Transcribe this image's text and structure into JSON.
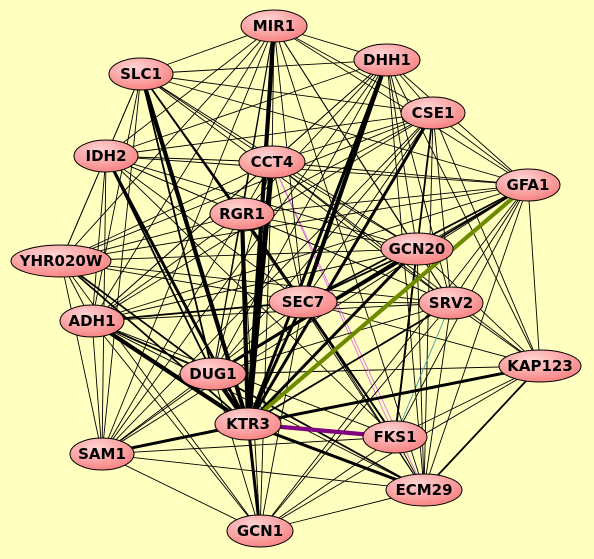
{
  "colors": {
    "background": "#ffffc0",
    "node_fill": "#f87f7f",
    "node_highlight": "#ffd4d4",
    "node_stroke": "#000000",
    "edge_default": "#000000",
    "edge_olive": "#6e8b00",
    "edge_purple": "#800080",
    "edge_pink": "#e070e0",
    "edge_teal": "#40a0a0"
  },
  "nodes": [
    {
      "id": "MIR1",
      "label": "MIR1"
    },
    {
      "id": "DHH1",
      "label": "DHH1"
    },
    {
      "id": "SLC1",
      "label": "SLC1"
    },
    {
      "id": "CSE1",
      "label": "CSE1"
    },
    {
      "id": "IDH2",
      "label": "IDH2"
    },
    {
      "id": "CCT4",
      "label": "CCT4"
    },
    {
      "id": "GFA1",
      "label": "GFA1"
    },
    {
      "id": "RGR1",
      "label": "RGR1"
    },
    {
      "id": "GCN20",
      "label": "GCN20"
    },
    {
      "id": "YHR020W",
      "label": "YHR020W"
    },
    {
      "id": "SEC7",
      "label": "SEC7"
    },
    {
      "id": "SRV2",
      "label": "SRV2"
    },
    {
      "id": "ADH1",
      "label": "ADH1"
    },
    {
      "id": "KAP123",
      "label": "KAP123"
    },
    {
      "id": "DUG1",
      "label": "DUG1"
    },
    {
      "id": "KTR3",
      "label": "KTR3"
    },
    {
      "id": "FKS1",
      "label": "FKS1"
    },
    {
      "id": "SAM1",
      "label": "SAM1"
    },
    {
      "id": "ECM29",
      "label": "ECM29"
    },
    {
      "id": "GCN1",
      "label": "GCN1"
    }
  ],
  "edges": [
    {
      "s": "KTR3",
      "t": "SLC1",
      "w": 4
    },
    {
      "s": "KTR3",
      "t": "MIR1",
      "w": 4
    },
    {
      "s": "KTR3",
      "t": "CCT4",
      "w": 5
    },
    {
      "s": "KTR3",
      "t": "RGR1",
      "w": 4
    },
    {
      "s": "KTR3",
      "t": "IDH2",
      "w": 3
    },
    {
      "s": "KTR3",
      "t": "ADH1",
      "w": 4
    },
    {
      "s": "KTR3",
      "t": "DUG1",
      "w": 4
    },
    {
      "s": "KTR3",
      "t": "SAM1",
      "w": 3
    },
    {
      "s": "KTR3",
      "t": "ECM29",
      "w": 3
    },
    {
      "s": "KTR3",
      "t": "GCN1",
      "w": 3
    },
    {
      "s": "KTR3",
      "t": "KAP123",
      "w": 3
    },
    {
      "s": "KTR3",
      "t": "CSE1",
      "w": 3
    },
    {
      "s": "KTR3",
      "t": "DHH1",
      "w": 3
    },
    {
      "s": "KTR3",
      "t": "GCN20",
      "w": 3
    },
    {
      "s": "KTR3",
      "t": "SEC7",
      "w": 3
    },
    {
      "s": "KTR3",
      "t": "SRV2",
      "w": 2
    },
    {
      "s": "KTR3",
      "t": "YHR020W",
      "w": 2
    },
    {
      "s": "KTR3",
      "t": "GFA1",
      "w": 4,
      "c": "edge_olive"
    },
    {
      "s": "KTR3",
      "t": "FKS1",
      "w": 4,
      "c": "edge_purple"
    },
    {
      "s": "SEC7",
      "t": "DHH1",
      "w": 4
    },
    {
      "s": "SEC7",
      "t": "ADH1",
      "w": 2
    },
    {
      "s": "SEC7",
      "t": "SLC1",
      "w": 2
    },
    {
      "s": "SEC7",
      "t": "FKS1",
      "w": 2
    },
    {
      "s": "SEC7",
      "t": "GCN20",
      "w": 2
    },
    {
      "s": "SEC7",
      "t": "GFA1",
      "w": 2
    },
    {
      "s": "DUG1",
      "t": "GCN20",
      "w": 3
    },
    {
      "s": "DUG1",
      "t": "IDH2",
      "w": 2
    },
    {
      "s": "DUG1",
      "t": "SLC1",
      "w": 2
    },
    {
      "s": "DUG1",
      "t": "YHR020W",
      "w": 2
    },
    {
      "s": "DUG1",
      "t": "ADH1",
      "w": 2
    },
    {
      "s": "DUG1",
      "t": "GFA1",
      "w": 2
    },
    {
      "s": "FKS1",
      "t": "GCN20",
      "w": 2
    },
    {
      "s": "FKS1",
      "t": "CSE1",
      "w": 2
    },
    {
      "s": "FKS1",
      "t": "RGR1",
      "w": 2
    },
    {
      "s": "FKS1",
      "t": "IDH2",
      "w": 1
    },
    {
      "s": "FKS1",
      "t": "ADH1",
      "w": 1
    },
    {
      "s": "FKS1",
      "t": "SLC1",
      "w": 1
    },
    {
      "s": "FKS1",
      "t": "KAP123",
      "w": 1
    },
    {
      "s": "FKS1",
      "t": "ECM29",
      "w": 1
    },
    {
      "s": "FKS1",
      "t": "GFA1",
      "w": 1
    },
    {
      "s": "FKS1",
      "t": "CCT4",
      "w": 1,
      "c": "edge_pink"
    },
    {
      "s": "KAP123",
      "t": "ECM29",
      "w": 2
    },
    {
      "s": "KAP123",
      "t": "GFA1",
      "w": 1
    },
    {
      "s": "KAP123",
      "t": "SRV2",
      "w": 1
    },
    {
      "s": "KAP123",
      "t": "CSE1",
      "w": 1
    },
    {
      "s": "KAP123",
      "t": "GCN1",
      "w": 1
    },
    {
      "s": "KAP123",
      "t": "DUG1",
      "w": 1
    },
    {
      "s": "KAP123",
      "t": "SEC7",
      "w": 1
    },
    {
      "s": "KAP123",
      "t": "GCN20",
      "w": 1
    },
    {
      "s": "KAP123",
      "t": "CCT4",
      "w": 1
    },
    {
      "s": "KAP123",
      "t": "DHH1",
      "w": 1
    },
    {
      "s": "ECM29",
      "t": "DUG1",
      "w": 2
    },
    {
      "s": "ECM29",
      "t": "SAM1",
      "w": 1
    },
    {
      "s": "ECM29",
      "t": "GCN1",
      "w": 1
    },
    {
      "s": "ECM29",
      "t": "CSE1",
      "w": 1
    },
    {
      "s": "ECM29",
      "t": "SRV2",
      "w": 1
    },
    {
      "s": "ECM29",
      "t": "GFA1",
      "w": 1
    },
    {
      "s": "ECM29",
      "t": "SEC7",
      "w": 1
    },
    {
      "s": "ECM29",
      "t": "RGR1",
      "w": 1
    },
    {
      "s": "ECM29",
      "t": "ADH1",
      "w": 1
    },
    {
      "s": "ECM29",
      "t": "GCN20",
      "w": 1
    },
    {
      "s": "ECM29",
      "t": "CCT4",
      "w": 1,
      "c": "edge_pink"
    },
    {
      "s": "GCN1",
      "t": "SAM1",
      "w": 1
    },
    {
      "s": "GCN1",
      "t": "ADH1",
      "w": 1
    },
    {
      "s": "GCN1",
      "t": "YHR020W",
      "w": 1
    },
    {
      "s": "GCN1",
      "t": "DUG1",
      "w": 1
    },
    {
      "s": "GCN1",
      "t": "SEC7",
      "w": 1
    },
    {
      "s": "GCN1",
      "t": "SRV2",
      "w": 1
    },
    {
      "s": "GCN1",
      "t": "FKS1",
      "w": 1
    },
    {
      "s": "GCN1",
      "t": "CCT4",
      "w": 1
    },
    {
      "s": "GCN1",
      "t": "RGR1",
      "w": 1
    },
    {
      "s": "GCN1",
      "t": "GFA1",
      "w": 1
    },
    {
      "s": "SAM1",
      "t": "ADH1",
      "w": 1
    },
    {
      "s": "SAM1",
      "t": "YHR020W",
      "w": 1
    },
    {
      "s": "SAM1",
      "t": "IDH2",
      "w": 1
    },
    {
      "s": "SAM1",
      "t": "DUG1",
      "w": 1
    },
    {
      "s": "SAM1",
      "t": "RGR1",
      "w": 1
    },
    {
      "s": "SAM1",
      "t": "SEC7",
      "w": 1
    },
    {
      "s": "SAM1",
      "t": "FKS1",
      "w": 1
    },
    {
      "s": "SAM1",
      "t": "SLC1",
      "w": 1
    },
    {
      "s": "ADH1",
      "t": "YHR020W",
      "w": 1
    },
    {
      "s": "ADH1",
      "t": "IDH2",
      "w": 1
    },
    {
      "s": "ADH1",
      "t": "SLC1",
      "w": 1
    },
    {
      "s": "ADH1",
      "t": "RGR1",
      "w": 1
    },
    {
      "s": "ADH1",
      "t": "CCT4",
      "w": 1
    },
    {
      "s": "ADH1",
      "t": "GCN20",
      "w": 1
    },
    {
      "s": "ADH1",
      "t": "SRV2",
      "w": 1
    },
    {
      "s": "ADH1",
      "t": "MIR1",
      "w": 1
    },
    {
      "s": "YHR020W",
      "t": "IDH2",
      "w": 1
    },
    {
      "s": "YHR020W",
      "t": "SLC1",
      "w": 1
    },
    {
      "s": "YHR020W",
      "t": "RGR1",
      "w": 1
    },
    {
      "s": "YHR020W",
      "t": "CCT4",
      "w": 1
    },
    {
      "s": "YHR020W",
      "t": "GCN20",
      "w": 1
    },
    {
      "s": "YHR020W",
      "t": "SEC7",
      "w": 1
    },
    {
      "s": "YHR020W",
      "t": "SRV2",
      "w": 1
    },
    {
      "s": "YHR020W",
      "t": "MIR1",
      "w": 1
    },
    {
      "s": "YHR020W",
      "t": "CSE1",
      "w": 1
    },
    {
      "s": "IDH2",
      "t": "SLC1",
      "w": 1
    },
    {
      "s": "IDH2",
      "t": "MIR1",
      "w": 1
    },
    {
      "s": "IDH2",
      "t": "CCT4",
      "w": 1
    },
    {
      "s": "IDH2",
      "t": "RGR1",
      "w": 1
    },
    {
      "s": "IDH2",
      "t": "GCN20",
      "w": 1
    },
    {
      "s": "IDH2",
      "t": "SEC7",
      "w": 1
    },
    {
      "s": "IDH2",
      "t": "SRV2",
      "w": 1
    },
    {
      "s": "IDH2",
      "t": "DHH1",
      "w": 1
    },
    {
      "s": "IDH2",
      "t": "CSE1",
      "w": 1
    },
    {
      "s": "SLC1",
      "t": "MIR1",
      "w": 1
    },
    {
      "s": "SLC1",
      "t": "DHH1",
      "w": 1
    },
    {
      "s": "SLC1",
      "t": "CCT4",
      "w": 1
    },
    {
      "s": "SLC1",
      "t": "RGR1",
      "w": 1
    },
    {
      "s": "SLC1",
      "t": "GCN20",
      "w": 1
    },
    {
      "s": "SLC1",
      "t": "SRV2",
      "w": 1
    },
    {
      "s": "SLC1",
      "t": "CSE1",
      "w": 1
    },
    {
      "s": "SLC1",
      "t": "GFA1",
      "w": 1
    },
    {
      "s": "MIR1",
      "t": "DHH1",
      "w": 1
    },
    {
      "s": "MIR1",
      "t": "CSE1",
      "w": 1
    },
    {
      "s": "MIR1",
      "t": "CCT4",
      "w": 1
    },
    {
      "s": "MIR1",
      "t": "RGR1",
      "w": 1
    },
    {
      "s": "MIR1",
      "t": "GCN20",
      "w": 1
    },
    {
      "s": "MIR1",
      "t": "SEC7",
      "w": 1
    },
    {
      "s": "MIR1",
      "t": "SRV2",
      "w": 1
    },
    {
      "s": "MIR1",
      "t": "GFA1",
      "w": 1
    },
    {
      "s": "MIR1",
      "t": "DUG1",
      "w": 1
    },
    {
      "s": "DHH1",
      "t": "CSE1",
      "w": 1
    },
    {
      "s": "DHH1",
      "t": "CCT4",
      "w": 1
    },
    {
      "s": "DHH1",
      "t": "RGR1",
      "w": 1
    },
    {
      "s": "DHH1",
      "t": "GCN20",
      "w": 1
    },
    {
      "s": "DHH1",
      "t": "SRV2",
      "w": 1
    },
    {
      "s": "DHH1",
      "t": "GFA1",
      "w": 1
    },
    {
      "s": "DHH1",
      "t": "DUG1",
      "w": 1
    },
    {
      "s": "DHH1",
      "t": "ADH1",
      "w": 1
    },
    {
      "s": "CSE1",
      "t": "CCT4",
      "w": 1
    },
    {
      "s": "CSE1",
      "t": "RGR1",
      "w": 1
    },
    {
      "s": "CSE1",
      "t": "GCN20",
      "w": 1
    },
    {
      "s": "CSE1",
      "t": "SEC7",
      "w": 1
    },
    {
      "s": "CSE1",
      "t": "SRV2",
      "w": 1
    },
    {
      "s": "CSE1",
      "t": "GFA1",
      "w": 1
    },
    {
      "s": "CSE1",
      "t": "DUG1",
      "w": 1
    },
    {
      "s": "CSE1",
      "t": "ADH1",
      "w": 1
    },
    {
      "s": "CCT4",
      "t": "RGR1",
      "w": 1
    },
    {
      "s": "CCT4",
      "t": "GCN20",
      "w": 1
    },
    {
      "s": "CCT4",
      "t": "SEC7",
      "w": 1
    },
    {
      "s": "CCT4",
      "t": "SRV2",
      "w": 1
    },
    {
      "s": "CCT4",
      "t": "GFA1",
      "w": 1
    },
    {
      "s": "CCT4",
      "t": "DUG1",
      "w": 1
    },
    {
      "s": "RGR1",
      "t": "GCN20",
      "w": 1
    },
    {
      "s": "RGR1",
      "t": "SEC7",
      "w": 1
    },
    {
      "s": "RGR1",
      "t": "SRV2",
      "w": 1
    },
    {
      "s": "RGR1",
      "t": "GFA1",
      "w": 1
    },
    {
      "s": "RGR1",
      "t": "DUG1",
      "w": 1
    },
    {
      "s": "GCN20",
      "t": "SRV2",
      "w": 1
    },
    {
      "s": "GCN20",
      "t": "GFA1",
      "w": 1
    },
    {
      "s": "SRV2",
      "t": "GFA1",
      "w": 1
    },
    {
      "s": "SRV2",
      "t": "SEC7",
      "w": 1
    },
    {
      "s": "SRV2",
      "t": "DUG1",
      "w": 1
    },
    {
      "s": "SRV2",
      "t": "FKS1",
      "w": 1,
      "c": "edge_teal"
    },
    {
      "s": "GFA1",
      "t": "YHR020W",
      "w": 1
    },
    {
      "s": "GFA1",
      "t": "IDH2",
      "w": 1
    },
    {
      "s": "GFA1",
      "t": "ADH1",
      "w": 1
    },
    {
      "s": "GFA1",
      "t": "SAM1",
      "w": 1
    },
    {
      "s": "DHH1",
      "t": "SAM1",
      "w": 1
    },
    {
      "s": "MIR1",
      "t": "SAM1",
      "w": 1
    },
    {
      "s": "CSE1",
      "t": "SAM1",
      "w": 1
    },
    {
      "s": "MIR1",
      "t": "ECM29",
      "w": 1
    },
    {
      "s": "DHH1",
      "t": "ECM29",
      "w": 1
    }
  ]
}
